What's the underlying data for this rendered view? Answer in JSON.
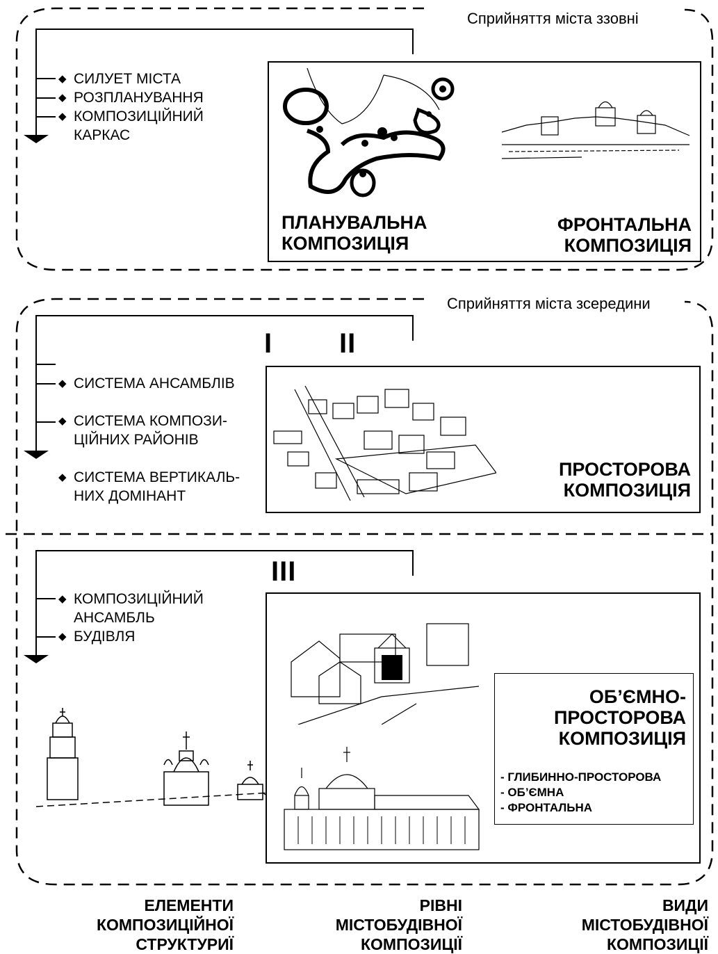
{
  "top": {
    "caption": "Сприйняття міста ззовні",
    "items": [
      "СИЛУЕТ МІСТА",
      "РОЗПЛАНУВАННЯ",
      "КОМПОЗИЦІЙНИЙ КАРКАС"
    ],
    "planning": [
      "ПЛАНУВАЛЬНА",
      "КОМПОЗИЦІЯ"
    ],
    "frontal": [
      "ФРОНТАЛЬНА",
      "КОМПОЗИЦІЯ"
    ]
  },
  "middle": {
    "caption": "Сприйняття міста зсередини",
    "roman_1": "I",
    "roman_2": "II",
    "items": [
      "СИСТЕМА АНСАМБЛІВ",
      "СИСТЕМА КОМПОЗИ-\nЦІЙНИХ РАЙОНІВ",
      "СИСТЕМА ВЕРТИКАЛЬ-\nНИХ ДОМІНАНТ"
    ],
    "spatial": [
      "ПРОСТОРОВА",
      "КОМПОЗИЦІЯ"
    ]
  },
  "lower": {
    "roman_3": "III",
    "items": [
      "КОМПОЗИЦІЙНИЙ АНСАМБЛЬ",
      "БУДІВЛЯ"
    ],
    "volumetric": [
      "ОБ’ЄМНО-",
      "ПРОСТОРОВА",
      "КОМПОЗИЦІЯ"
    ],
    "subtypes": [
      "- ГЛИБИННО-ПРОСТОРОВА",
      "- ОБ’ЄМНА",
      "- ФРОНТАЛЬНА"
    ]
  },
  "footer": {
    "col1": [
      "ЕЛЕМЕНТИ",
      "КОМПОЗИЦІЙНОЇ",
      "СТРУКТУРИЇ"
    ],
    "col2": [
      "РІВНІ",
      "МІСТОБУДІВНОЇ",
      "КОМПОЗИЦІЇ"
    ],
    "col3": [
      "ВИДИ",
      "МІСТОБУДІВНОЇ",
      "КОМПОЗИЦІЇ"
    ]
  }
}
